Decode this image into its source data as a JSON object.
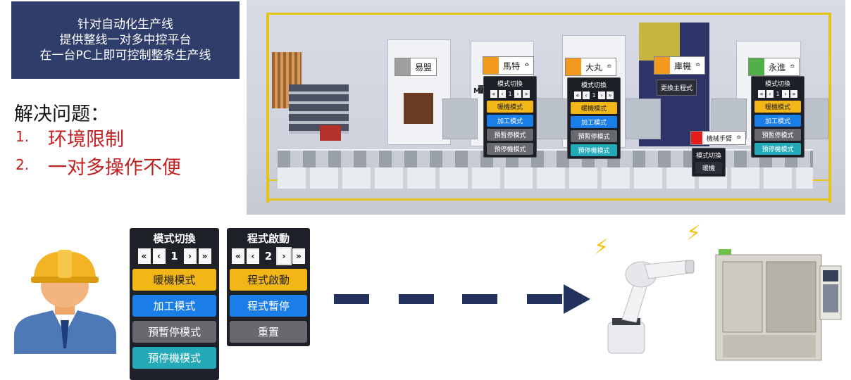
{
  "headline": {
    "line1": "针对自动化生产线",
    "line2": "提供整线一对多中控平台",
    "line3": "在一台PC上即可控制整条生产线"
  },
  "problems": {
    "heading": "解决问题：",
    "items": [
      {
        "num": "1.",
        "text": "环境限制"
      },
      {
        "num": "2.",
        "text": "一对多操作不便"
      }
    ]
  },
  "scene": {
    "machines": [
      {
        "name": "易盟",
        "color": "#9e9e9e"
      },
      {
        "name": "馬特",
        "color": "#f39a1e"
      },
      {
        "name": "大丸",
        "color": "#f39a1e"
      },
      {
        "name": "庫機",
        "color": "#f39a1e"
      },
      {
        "name": "永進",
        "color": "#52b048"
      }
    ],
    "caret": "≏",
    "mini_panel": {
      "title": "模式切換",
      "pager": [
        "«",
        "‹",
        "1",
        "›",
        "»"
      ],
      "buttons": [
        "暖機模式",
        "加工模式",
        "預暫停模式",
        "預停機模式"
      ]
    },
    "change_program_button": "更換主程式",
    "manual_tag": {
      "name": "機械手臂",
      "color": "#e51c1c"
    },
    "robot_panel": {
      "title": "模式切換",
      "button": "暖機"
    },
    "brand_fragment": "MA"
  },
  "mode_panel": {
    "title": "模式切換",
    "pager": [
      "«",
      "‹",
      "1",
      "›",
      "»"
    ],
    "buttons": [
      {
        "label": "暖機模式"
      },
      {
        "label": "加工模式"
      },
      {
        "label": "預暫停模式"
      },
      {
        "label": "預停機模式"
      }
    ]
  },
  "program_panel": {
    "title": "程式啟動",
    "pager": [
      "«",
      "‹",
      "2",
      "›",
      "»"
    ],
    "buttons": [
      {
        "label": "程式啟動"
      },
      {
        "label": "程式暫停"
      },
      {
        "label": "重置"
      }
    ]
  },
  "colors": {
    "title_bg": "#2f3d6b",
    "problem_red": "#c01f1f",
    "arrow": "#22325c",
    "warm_yellow": "#f2b619",
    "process_blue": "#1a7de8",
    "pause_gray": "#67696e",
    "stop_teal": "#23a9b7"
  },
  "icons": [
    "worker-icon",
    "robot-arm-icon",
    "cnc-machine-icon",
    "lightning-icon"
  ]
}
